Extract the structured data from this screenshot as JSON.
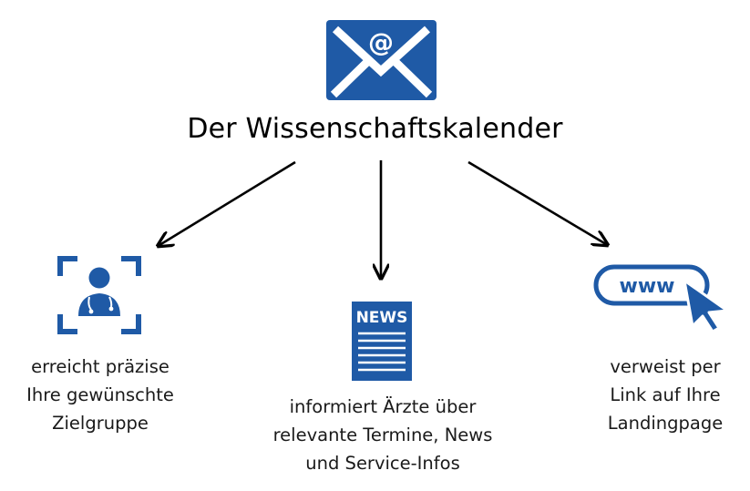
{
  "title": "Der Wissenschaftskalender",
  "colors": {
    "accent": "#1f5aa6",
    "text": "#1a1a1a",
    "arrow": "#000000",
    "background": "#ffffff"
  },
  "icons": {
    "top": "email-envelope-icon",
    "left": "doctor-target-icon",
    "center": "newsletter-icon",
    "right": "www-link-cursor-icon"
  },
  "email_symbol": "@",
  "news_label": "NEWS",
  "www_label": "www",
  "items": [
    {
      "caption": "erreicht präzise\nIhre gewünschte\nZielgruppe"
    },
    {
      "caption": "informiert Ärzte über\nrelevante Termine, News\nund Service-Infos"
    },
    {
      "caption": "verweist per\nLink auf Ihre\nLandingpage"
    }
  ]
}
